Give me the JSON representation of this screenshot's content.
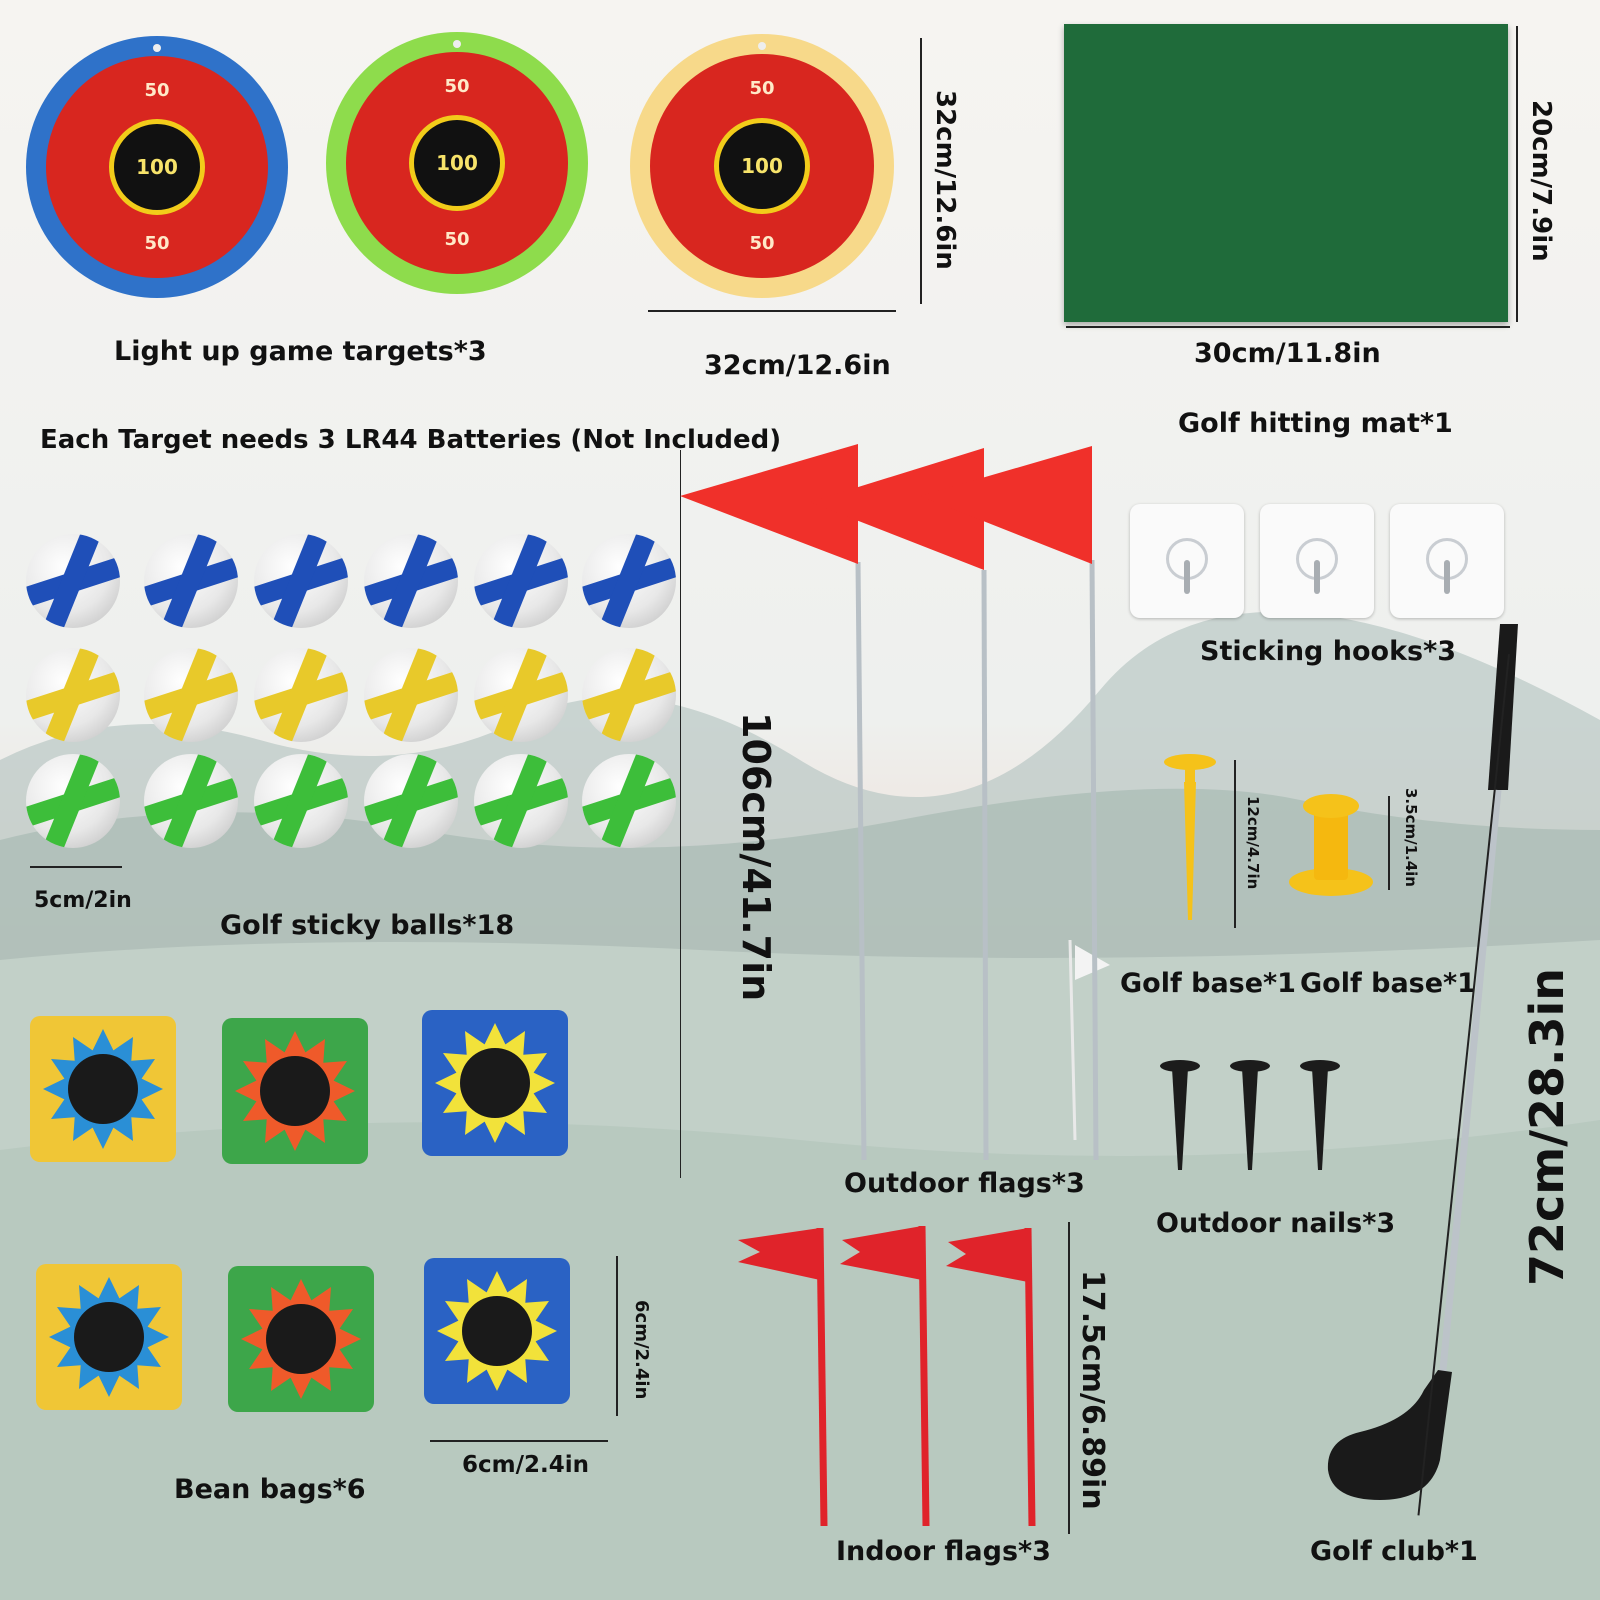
{
  "targets": {
    "inner_score": "100",
    "outer_score": "50",
    "ring_colors": [
      "#2f72c9",
      "#8edc4c",
      "#f7d98a"
    ],
    "face_color": "#d8261f",
    "label": "Light up game targets*3",
    "size_h": "32cm/12.6in",
    "size_v": "32cm/12.6in",
    "battery_note": "Each Target needs 3 LR44 Batteries (Not Included)"
  },
  "mat": {
    "color": "#1f6b3a",
    "width_label": "30cm/11.8in",
    "height_label": "20cm/7.9in",
    "label": "Golf hitting mat*1"
  },
  "balls": {
    "band_colors": [
      "#1f4fb8",
      "#e8c92a",
      "#3dbe3a"
    ],
    "per_row": 6,
    "size_label": "5cm/2in",
    "label": "Golf sticky balls*18"
  },
  "outdoor_flags": {
    "flag_color": "#f0302a",
    "height_label": "106cm/41.7in",
    "label": "Outdoor flags*3"
  },
  "hooks": {
    "label": "Sticking hooks*3"
  },
  "bases": {
    "label_1": "Golf base*1",
    "label_2": "Golf base*1",
    "size_1": "12cm/4.7in",
    "size_2": "3.5cm/1.4in",
    "color": "#f5c21a"
  },
  "nails": {
    "label": "Outdoor nails*3"
  },
  "club": {
    "length_label": "72cm/28.3in",
    "label": "Golf club*1"
  },
  "bean_bags": {
    "label": "Bean bags*6",
    "size_h": "6cm/2.4in",
    "size_v": "6cm/2.4in"
  },
  "indoor_flags": {
    "color": "#e0232a",
    "height_label": "17.5cm/6.89in",
    "label": "Indoor flags*3"
  }
}
